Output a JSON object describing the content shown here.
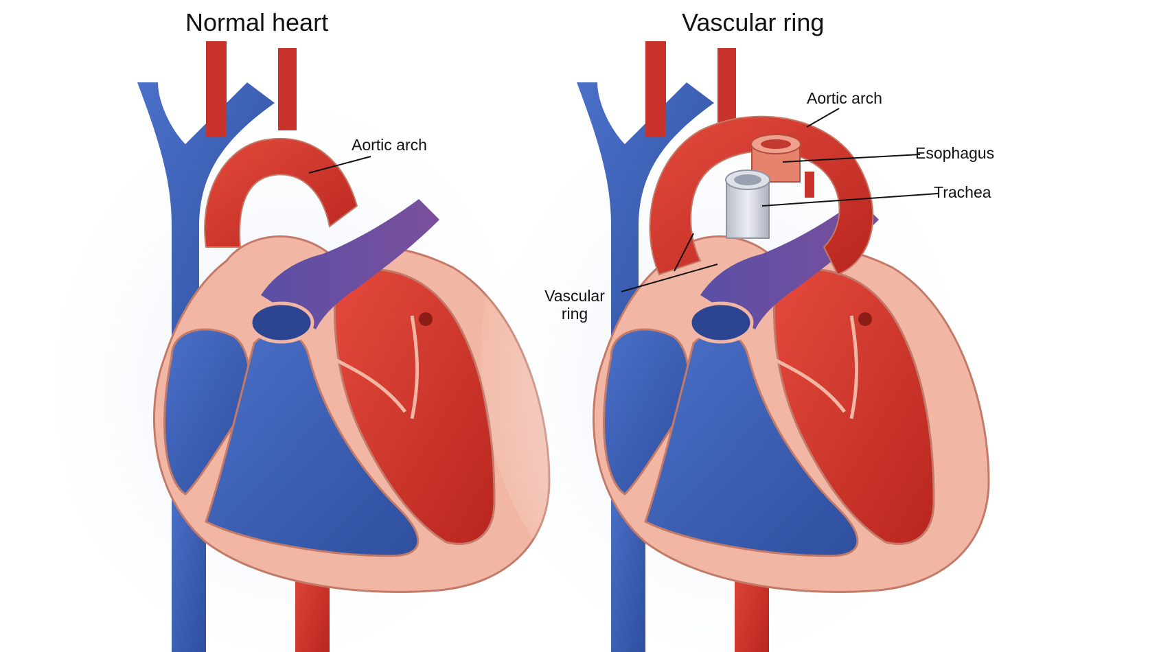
{
  "panels": [
    {
      "title": "Normal heart",
      "labels": {
        "aortic_arch": "Aortic arch"
      }
    },
    {
      "title": "Vascular ring",
      "labels": {
        "aortic_arch": "Aortic arch",
        "esophagus": "Esophagus",
        "trachea": "Trachea",
        "vascular_ring_line1": "Vascular",
        "vascular_ring_line2": "ring"
      }
    }
  ],
  "colors": {
    "blood_red": "#d8302a",
    "deep_red": "#a8221c",
    "blood_blue": "#3f63b8",
    "deep_blue": "#2b4590",
    "purple": "#6a4aa0",
    "wall_pink": "#f2b7a4",
    "wall_edge": "#c47a68",
    "trachea_gray": "#c9ccd6"
  }
}
